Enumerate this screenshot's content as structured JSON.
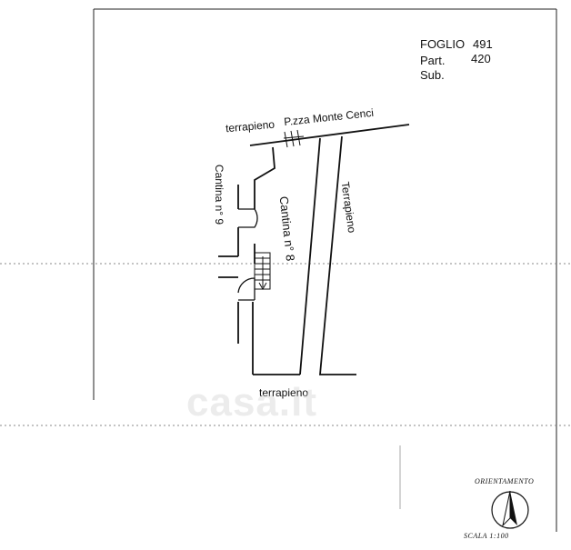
{
  "header": {
    "foglio_label": "FOGLIO",
    "foglio_value": "491",
    "part_label": "Part.",
    "part_value": "420",
    "sub_label": "Sub."
  },
  "labels": {
    "top_terrapieno": "terrapieno",
    "street": "P.zza Monte Cenci",
    "cantina_9": "Cantina n° 9",
    "cantina_8": "Cantina n° 8",
    "right_terrapieno": "Terrapieno",
    "bottom_terrapieno": "terrapieno"
  },
  "compass": {
    "title": "ORIENTAMENTO",
    "scale": "SCALA 1:100",
    "icon": "north-arrow-icon"
  },
  "watermark": "casa.it"
}
